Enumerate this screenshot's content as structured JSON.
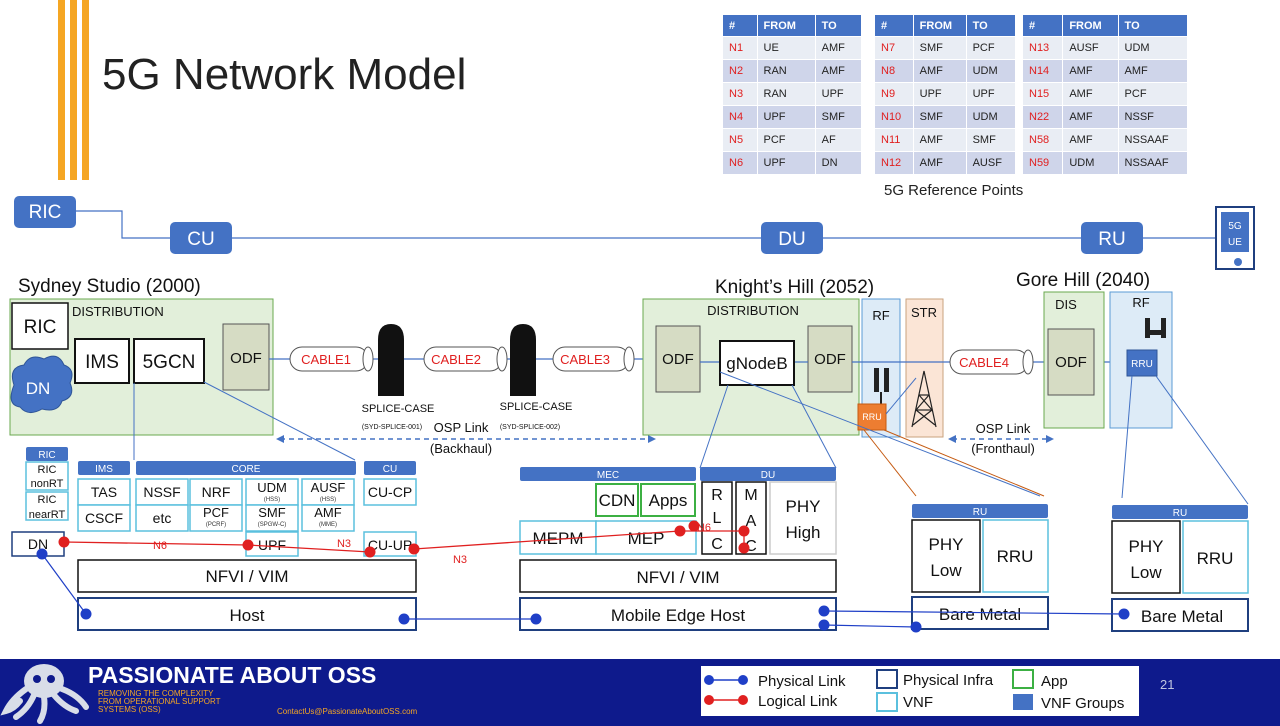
{
  "slide": {
    "title": "5G Network Model",
    "page_number": "21",
    "accent_color": "#f5a623",
    "nav_blue": "#4472c4"
  },
  "reference_points": {
    "caption": "5G Reference Points",
    "headers": [
      "#",
      "FROM",
      "TO"
    ],
    "tables": [
      [
        [
          "N1",
          "UE",
          "AMF"
        ],
        [
          "N2",
          "RAN",
          "AMF"
        ],
        [
          "N3",
          "RAN",
          "UPF"
        ],
        [
          "N4",
          "UPF",
          "SMF"
        ],
        [
          "N5",
          "PCF",
          "AF"
        ],
        [
          "N6",
          "UPF",
          "DN"
        ]
      ],
      [
        [
          "N7",
          "SMF",
          "PCF"
        ],
        [
          "N8",
          "AMF",
          "UDM"
        ],
        [
          "N9",
          "UPF",
          "UPF"
        ],
        [
          "N10",
          "SMF",
          "UDM"
        ],
        [
          "N11",
          "AMF",
          "SMF"
        ],
        [
          "N12",
          "AMF",
          "AUSF"
        ]
      ],
      [
        [
          "N13",
          "AUSF",
          "UDM"
        ],
        [
          "N14",
          "AMF",
          "AMF"
        ],
        [
          "N15",
          "AMF",
          "PCF"
        ],
        [
          "N22",
          "AMF",
          "NSSF"
        ],
        [
          "N58",
          "AMF",
          "NSSAAF"
        ],
        [
          "N59",
          "UDM",
          "NSSAAF"
        ]
      ]
    ]
  },
  "chain": {
    "ric": "RIC",
    "cu": "CU",
    "du": "DU",
    "ru": "RU",
    "ue_line1": "5G",
    "ue_line2": "UE"
  },
  "sites": {
    "sydney": "Sydney Studio (2000)",
    "knights": "Knight’s Hill (2052)",
    "gore": "Gore Hill (2040)"
  },
  "sydney": {
    "distribution": "DISTRIBUTION",
    "ric": "RIC",
    "dn": "DN",
    "ims": "IMS",
    "core": "5GCN",
    "odf": "ODF"
  },
  "outside_plant": {
    "cable1": "CABLE1",
    "cable2": "CABLE2",
    "cable3": "CABLE3",
    "cable4": "CABLE4",
    "splice1": "SPLICE-CASE",
    "splice1_id": "(SYD-SPLICE-001)",
    "splice2": "SPLICE-CASE",
    "splice2_id": "(SYD-SPLICE-002)",
    "osp_backhaul_1": "OSP Link",
    "osp_backhaul_2": "(Backhaul)",
    "osp_fronthaul_1": "OSP Link",
    "osp_fronthaul_2": "(Fronthaul)"
  },
  "knights": {
    "distribution": "DISTRIBUTION",
    "odf_left": "ODF",
    "gnodeb": "gNodeB",
    "odf_right": "ODF",
    "rf": "RF",
    "str": "STR",
    "rru": "RRU"
  },
  "gore": {
    "dis": "DIS",
    "odf": "ODF",
    "rf": "RF",
    "rru": "RRU"
  },
  "lower": {
    "ric_group": "RIC",
    "ric_nonrt_1": "RIC",
    "ric_nonrt_2": "nonRT",
    "ric_nearrt_1": "RIC",
    "ric_nearrt_2": "nearRT",
    "ims_group": "IMS",
    "tas": "TAS",
    "cscf": "CSCF",
    "core_group": "CORE",
    "nssf": "NSSF",
    "nrf": "NRF",
    "udm": "UDM",
    "udm_sub": "(HSS)",
    "ausf": "AUSF",
    "ausf_sub": "(HSS)",
    "etc": "etc",
    "pcf": "PCF",
    "pcf_sub": "(PCRF)",
    "smf": "SMF",
    "smf_sub": "(SPGW-C)",
    "amf": "AMF",
    "amf_sub": "(MME)",
    "upf": "UPF",
    "cu_group": "CU",
    "cu_cp": "CU-CP",
    "cu_up": "CU-UP",
    "dn": "DN",
    "n6_left": "N6",
    "n3_left": "N3",
    "n3_mid": "N3",
    "n6_right": "N6",
    "nfvi_left": "NFVI / VIM",
    "host": "Host",
    "mec_group": "MEC",
    "cdn": "CDN",
    "apps": "Apps",
    "mepm": "MEPM",
    "mep": "MEP",
    "du_group": "DU",
    "rlc_r": "R",
    "rlc_l": "L",
    "rlc_c": "C",
    "mac_m": "M",
    "mac_a": "A",
    "mac_c": "C",
    "phy_high_1": "PHY",
    "phy_high_2": "High",
    "nfvi_mid": "NFVI / VIM",
    "mobile_edge_host": "Mobile Edge Host",
    "ru_group_1": "RU",
    "phy_low_1a": "PHY",
    "phy_low_1b": "Low",
    "rru_1": "RRU",
    "bare_metal_1": "Bare Metal",
    "ru_group_2": "RU",
    "phy_low_2a": "PHY",
    "phy_low_2b": "Low",
    "rru_2": "RRU",
    "bare_metal_2": "Bare Metal"
  },
  "footer": {
    "brand": "PASSIONATE ABOUT OSS",
    "tagline_1": "REMOVING THE COMPLEXITY",
    "tagline_2": "FROM OPERATIONAL SUPPORT",
    "tagline_3": "SYSTEMS (OSS)",
    "contact": "ContactUs@PassionateAboutOSS.com",
    "legend_physical_link": "Physical Link",
    "legend_logical_link": "Logical Link",
    "legend_physical_infra": "Physical Infra",
    "legend_vnf": "VNF",
    "legend_app": "App",
    "legend_vnf_groups": "VNF Groups"
  }
}
